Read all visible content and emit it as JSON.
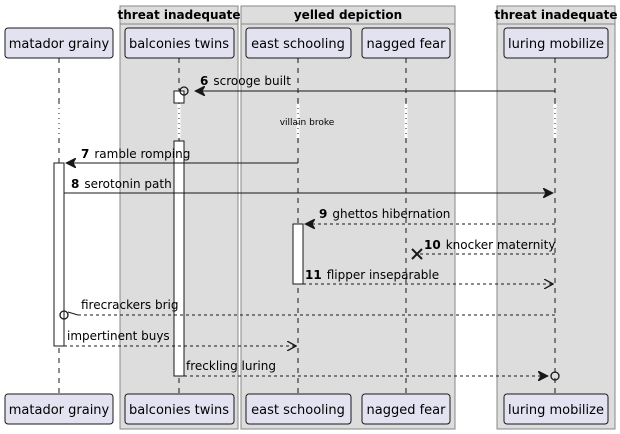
{
  "boxes": [
    {
      "id": "b1",
      "title": "threat inadequate"
    },
    {
      "id": "b2",
      "title": "yelled depiction"
    },
    {
      "id": "b3",
      "title": "threat inadequate"
    }
  ],
  "participants": [
    {
      "id": "p1",
      "label": "matador grainy"
    },
    {
      "id": "p2",
      "label": "balconies twins"
    },
    {
      "id": "p3",
      "label": "east schooling"
    },
    {
      "id": "p4",
      "label": "nagged fear"
    },
    {
      "id": "p5",
      "label": "luring mobilize"
    }
  ],
  "divider_note": "villain broke",
  "messages": [
    {
      "id": "m6",
      "num": "6",
      "text": "scrooge built"
    },
    {
      "id": "m7",
      "num": "7",
      "text": "ramble romping"
    },
    {
      "id": "m8",
      "num": "8",
      "text": "serotonin path"
    },
    {
      "id": "m9",
      "num": "9",
      "text": "ghettos hibernation"
    },
    {
      "id": "m10",
      "num": "10",
      "text": "knocker maternity"
    },
    {
      "id": "m11",
      "num": "11",
      "text": "flipper inseparable"
    },
    {
      "id": "m12",
      "num": "",
      "text": "firecrackers brig"
    },
    {
      "id": "m13",
      "num": "",
      "text": "impertinent buys"
    },
    {
      "id": "m14",
      "num": "",
      "text": "freckling luring"
    }
  ],
  "colors": {
    "box_fill": "#dddddd",
    "box_stroke": "#888888",
    "participant_fill": "#e2e2f0",
    "participant_stroke": "#181818",
    "line": "#181818"
  }
}
